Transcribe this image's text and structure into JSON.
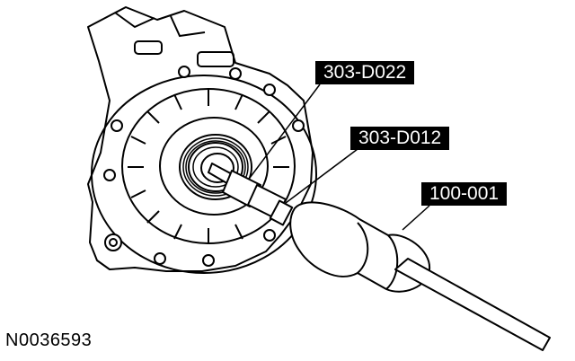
{
  "callouts": {
    "tool_1": "303-D022",
    "tool_2": "303-D012",
    "tool_3": "100-001"
  },
  "figure_id": "N0036593",
  "colors": {
    "ink": "#000000",
    "paper": "#ffffff"
  }
}
